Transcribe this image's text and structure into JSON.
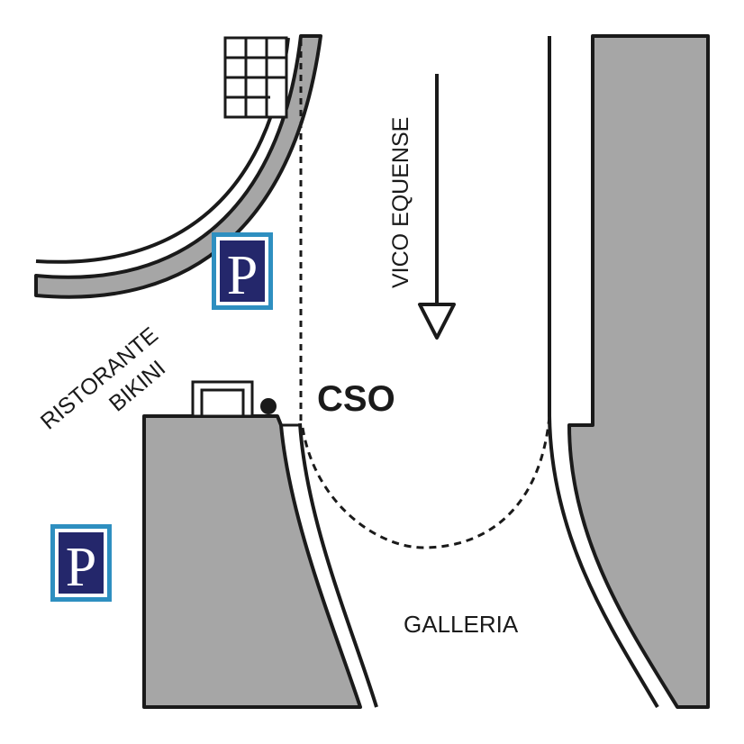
{
  "map": {
    "labels": {
      "street": "VICO EQUENSE",
      "site_code": "CSO",
      "restaurant_line1": "RISTORANTE",
      "restaurant_line2": "BIKINI",
      "tunnel": "GALLERIA"
    },
    "parking_signs": [
      {
        "letter": "P"
      },
      {
        "letter": "P"
      }
    ],
    "colors": {
      "background": "#ffffff",
      "building": "#a6a6a6",
      "outline": "#1a1a1a",
      "parking_fill": "#24276b",
      "parking_border": "#2e8fc0"
    },
    "icons": {
      "direction": "arrow-down-icon",
      "parking": "parking-icon",
      "marker": "location-dot-icon"
    }
  }
}
